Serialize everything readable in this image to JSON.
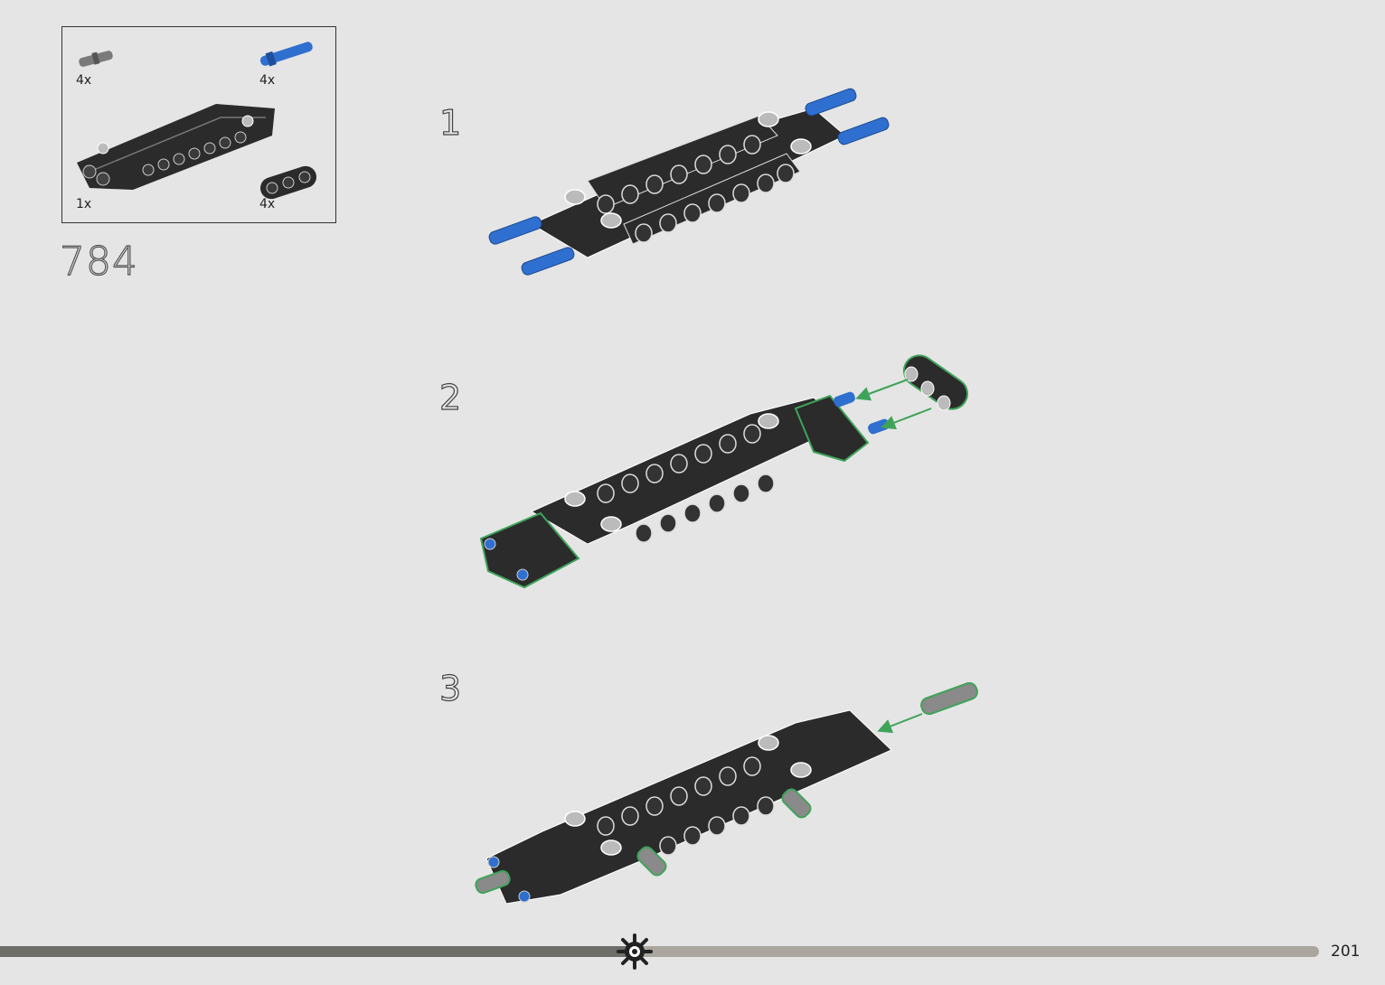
{
  "parts_list": {
    "items": [
      {
        "name": "gray-connector-pin",
        "qty": "4x"
      },
      {
        "name": "blue-axle-pin",
        "qty": "4x"
      },
      {
        "name": "black-frame-beam",
        "qty": "1x"
      },
      {
        "name": "black-3-hole-beam",
        "qty": "4x"
      }
    ]
  },
  "page_step": "784",
  "steps": [
    {
      "number": "1"
    },
    {
      "number": "2"
    },
    {
      "number": "3"
    }
  ],
  "footer": {
    "page_number": "201",
    "progress_fraction": 0.48,
    "progress_icon": "gear-icon"
  },
  "colors": {
    "background": "#e5e5e5",
    "part_black": "#2b2b2b",
    "part_blue": "#2f6fd0",
    "part_gray": "#8a8a8a",
    "highlight_green": "#3fa35a",
    "progress_done": "#6d6d69",
    "progress_remaining": "#aaa69f"
  }
}
